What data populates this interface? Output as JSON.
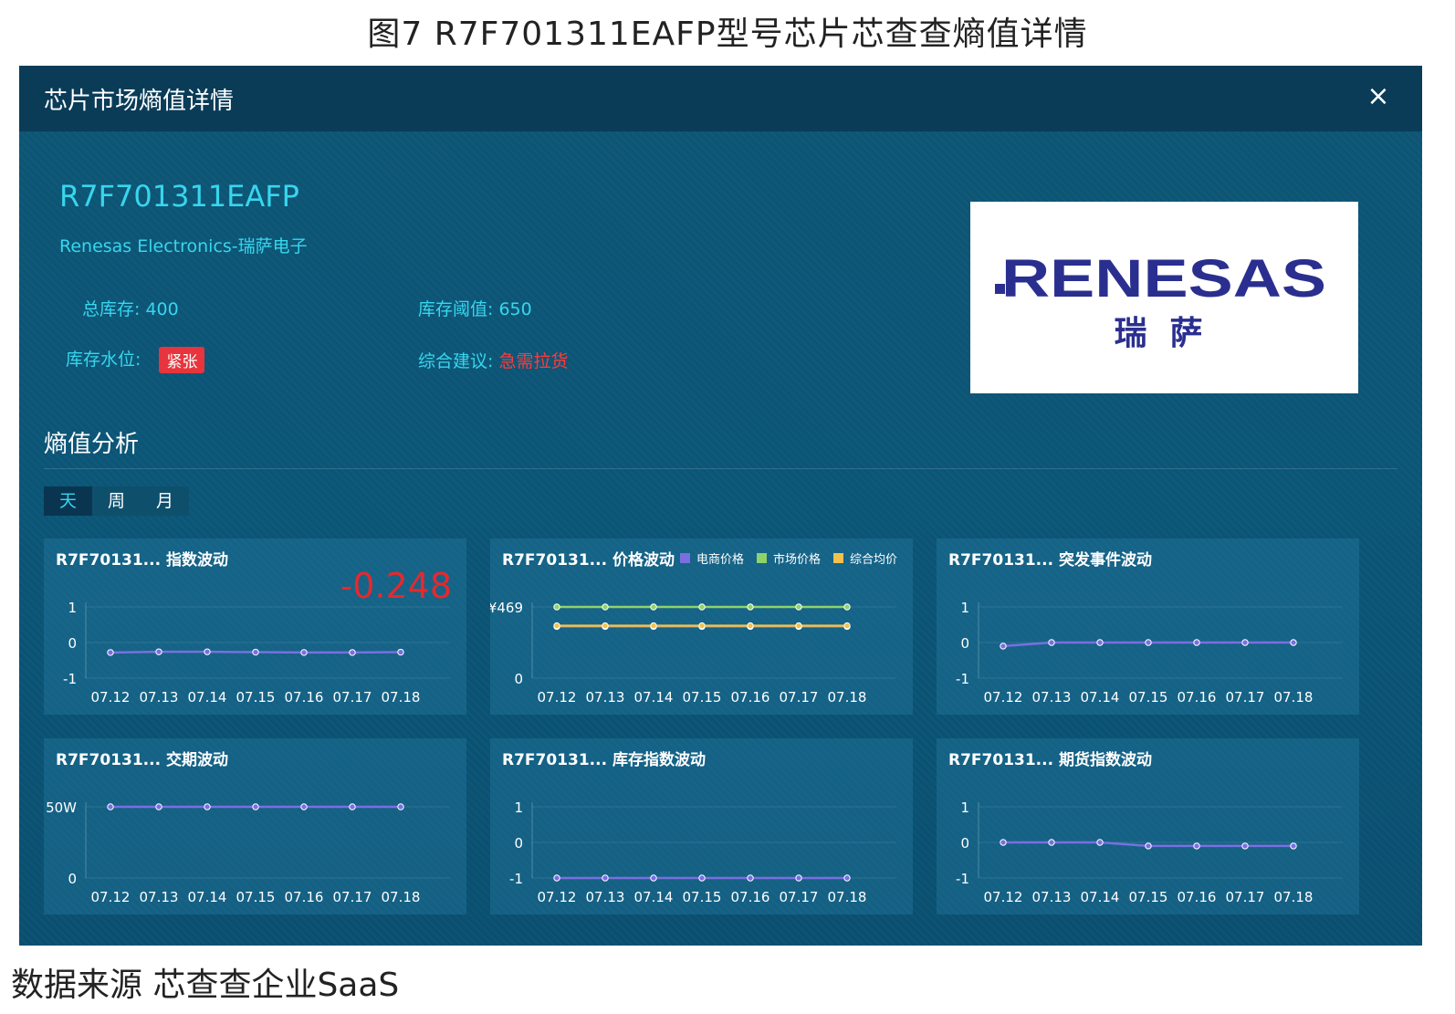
{
  "figure_title": "图7   R7F701311EAFP型号芯片芯查查熵值详情",
  "source_note": "数据来源   芯查查企业SaaS",
  "dialog": {
    "title": "芯片市场熵值详情",
    "close_icon": "×",
    "part_number": "R7F701311EAFP",
    "manufacturer": "Renesas Electronics-瑞萨电子",
    "total_stock_label": "总库存:",
    "total_stock_value": "400",
    "stock_threshold_label": "库存阈值:",
    "stock_threshold_value": "650",
    "stock_level_label": "库存水位:",
    "stock_level_badge": "紧张",
    "advice_label": "综合建议:",
    "advice_value": "急需拉货",
    "logo_text": "RENESAS",
    "logo_subtext": "瑞  萨",
    "section_title": "熵值分析",
    "tabs": [
      "天",
      "周",
      "月"
    ],
    "active_tab": "天"
  },
  "colors": {
    "accent": "#37d6ee",
    "alert": "#e8343c",
    "line_purple": "#7a6fe0",
    "line_green": "#8fd26a",
    "line_yellow": "#f2c14e",
    "logo_blue": "#2a2f8f"
  },
  "chart_data": [
    {
      "id": "index",
      "type": "line",
      "title": "R7F70131... 指数波动",
      "highlight_value": "-0.248",
      "x": [
        "07.12",
        "07.13",
        "07.14",
        "07.15",
        "07.16",
        "07.17",
        "07.18"
      ],
      "y_ticks": [
        "1",
        "0",
        "-1"
      ],
      "ylim": [
        -1,
        1
      ],
      "series": [
        {
          "values": [
            -0.28,
            -0.26,
            -0.26,
            -0.27,
            -0.28,
            -0.28,
            -0.27
          ]
        }
      ]
    },
    {
      "id": "price",
      "type": "line",
      "title": "R7F70131... 价格波动",
      "legend": [
        "电商价格",
        "市场价格",
        "综合均价"
      ],
      "x": [
        "07.12",
        "07.13",
        "07.14",
        "07.15",
        "07.16",
        "07.17",
        "07.18"
      ],
      "y_ticks": [
        "¥469",
        "0"
      ],
      "ylim": [
        0,
        469
      ],
      "series": [
        {
          "name": "电商价格",
          "values": [
            340,
            340,
            340,
            340,
            340,
            340,
            340
          ]
        },
        {
          "name": "市场价格",
          "values": [
            469,
            469,
            469,
            469,
            469,
            469,
            469
          ]
        },
        {
          "name": "综合均价",
          "values": [
            345,
            345,
            345,
            345,
            345,
            345,
            345
          ]
        }
      ]
    },
    {
      "id": "event",
      "type": "line",
      "title": "R7F70131... 突发事件波动",
      "x": [
        "07.12",
        "07.13",
        "07.14",
        "07.15",
        "07.16",
        "07.17",
        "07.18"
      ],
      "y_ticks": [
        "1",
        "0",
        "-1"
      ],
      "ylim": [
        -1,
        1
      ],
      "series": [
        {
          "values": [
            -0.1,
            0,
            0,
            0,
            0,
            0,
            0
          ]
        }
      ]
    },
    {
      "id": "leadtime",
      "type": "line",
      "title": "R7F70131... 交期波动",
      "x": [
        "07.12",
        "07.13",
        "07.14",
        "07.15",
        "07.16",
        "07.17",
        "07.18"
      ],
      "y_ticks": [
        "50W",
        "0"
      ],
      "ylim": [
        0,
        500000
      ],
      "series": [
        {
          "values": [
            500000,
            500000,
            500000,
            500000,
            500000,
            500000,
            500000
          ]
        }
      ]
    },
    {
      "id": "inventory",
      "type": "line",
      "title": "R7F70131... 库存指数波动",
      "x": [
        "07.12",
        "07.13",
        "07.14",
        "07.15",
        "07.16",
        "07.17",
        "07.18"
      ],
      "y_ticks": [
        "1",
        "0",
        "-1"
      ],
      "ylim": [
        -1,
        1
      ],
      "series": [
        {
          "values": [
            -1,
            -1,
            -1,
            -1,
            -1,
            -1,
            -1
          ]
        }
      ]
    },
    {
      "id": "futures",
      "type": "line",
      "title": "R7F70131... 期货指数波动",
      "x": [
        "07.12",
        "07.13",
        "07.14",
        "07.15",
        "07.16",
        "07.17",
        "07.18"
      ],
      "y_ticks": [
        "1",
        "0",
        "-1"
      ],
      "ylim": [
        -1,
        1
      ],
      "series": [
        {
          "values": [
            0,
            0,
            0,
            -0.1,
            -0.1,
            -0.1,
            -0.1
          ]
        }
      ]
    }
  ]
}
